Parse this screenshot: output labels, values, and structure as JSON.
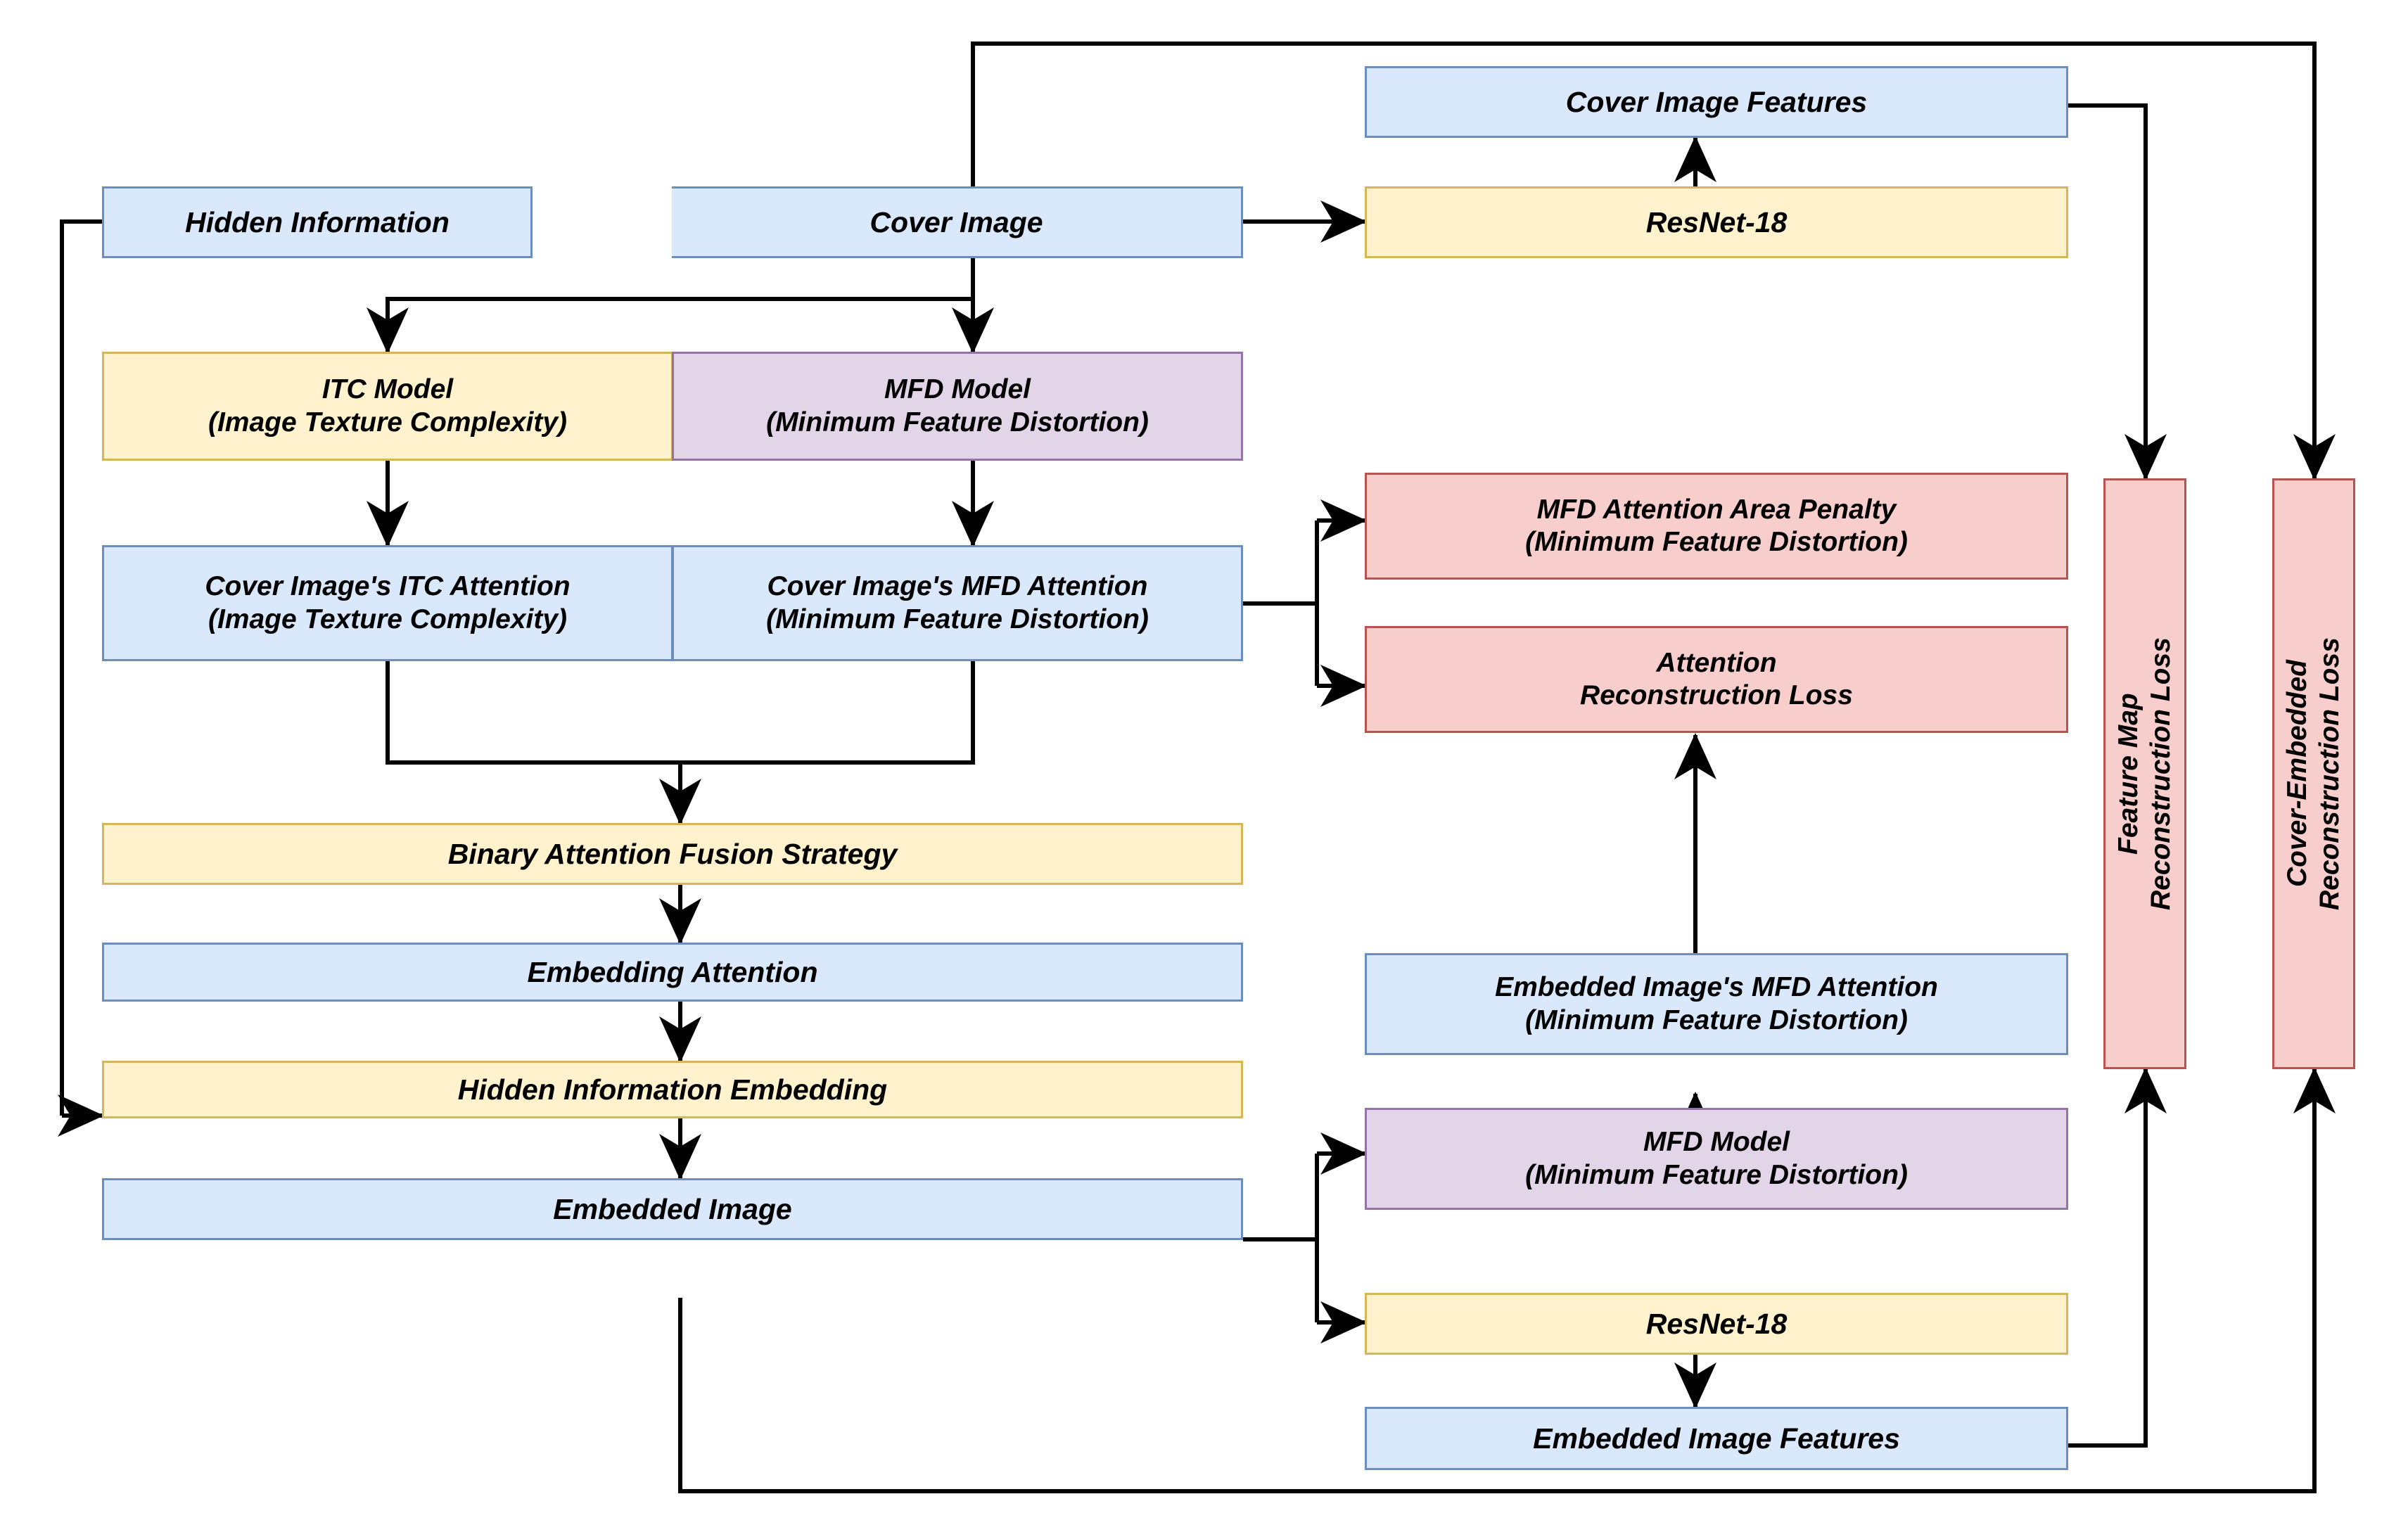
{
  "diagram": {
    "title": "Steganography framework with ITC/MFD attention and reconstruction losses",
    "colors": {
      "blue_fill": "#dae8fc",
      "blue_stroke": "#6c8ebf",
      "yellow_fill": "#fff2cc",
      "yellow_stroke": "#d6b656",
      "purple_fill": "#e1d5e7",
      "purple_stroke": "#9673a6",
      "red_fill": "#f8cecc",
      "red_stroke": "#b85450",
      "edge": "#000000",
      "background": "#ffffff"
    },
    "nodes": {
      "hidden_information": "Hidden Information",
      "cover_image": "Cover Image",
      "cover_image_features": "Cover Image Features",
      "resnet18_top": "ResNet-18",
      "itc_model": "ITC Model\n(Image Texture Complexity)",
      "mfd_model_top": "MFD Model\n(Minimum Feature Distortion)",
      "cover_itc_attention": "Cover Image's ITC Attention\n(Image Texture Complexity)",
      "cover_mfd_attention": "Cover Image's MFD Attention\n(Minimum Feature Distortion)",
      "mfd_attention_area_penalty": "MFD Attention Area Penalty\n(Minimum Feature Distortion)",
      "attention_reconstruction_loss": "Attention\nReconstruction Loss",
      "binary_attention_fusion": "Binary Attention Fusion Strategy",
      "embedding_attention": "Embedding Attention",
      "hidden_information_embedding": "Hidden Information Embedding",
      "embedded_image": "Embedded Image",
      "embedded_mfd_attention": "Embedded Image's MFD Attention\n(Minimum Feature Distortion)",
      "mfd_model_bottom": "MFD Model\n(Minimum Feature Distortion)",
      "resnet18_bottom": "ResNet-18",
      "embedded_image_features": "Embedded Image Features",
      "feature_map_reconstruction_loss": "Feature Map\nReconstruction Loss",
      "cover_embedded_reconstruction_loss": "Cover-Embedded\nReconstruction Loss"
    }
  }
}
